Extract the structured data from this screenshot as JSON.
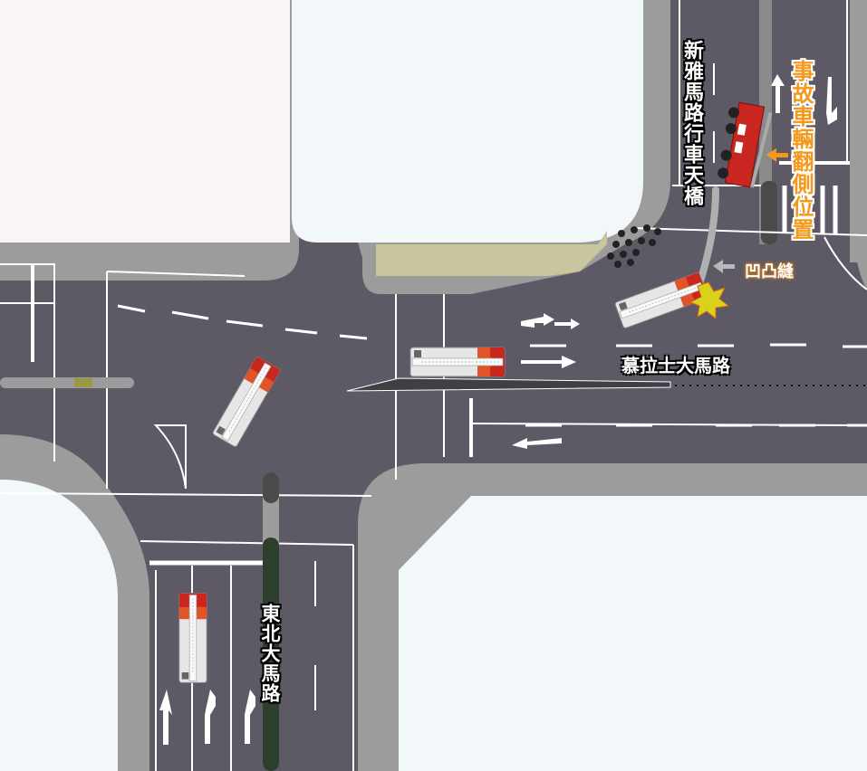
{
  "labels": {
    "flyover": "新雅馬路行車天橋",
    "accident_position": "事故車輛翻側位置",
    "bump_joint": "凹凸縫",
    "main_road": "慕拉士大馬路",
    "northeast_road": "東北大馬路"
  },
  "colors": {
    "road": "#5d5a66",
    "sidewalk": "#9c9c9c",
    "block": "#f2f8fa",
    "block_pink": "#fbf4f4",
    "khaki": "#c9c59c",
    "median_green": "#2c3e2c",
    "accent_orange": "#f39a1e",
    "truck_red": "#c8261e"
  },
  "icons": [
    "fire-truck",
    "crash-burst-icon",
    "arrow-left-icon",
    "lane-arrow-icon",
    "traffic-cones"
  ]
}
